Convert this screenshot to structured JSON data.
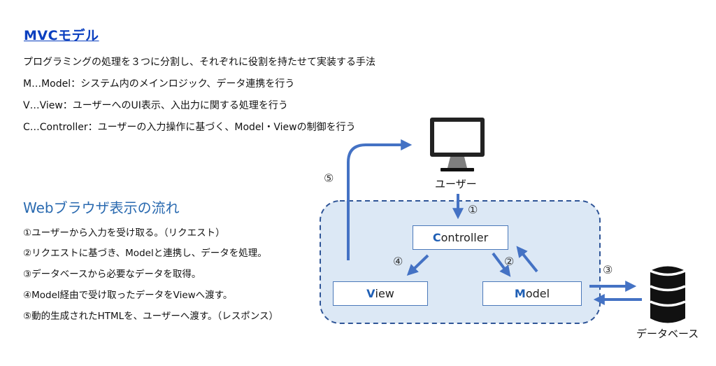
{
  "title": "MVCモデル",
  "lines": [
    "プログラミングの処理を３つに分割し、それぞれに役割を持たせて実装する手法",
    "M…Model：システム内のメインロジック、データ連携を行う",
    "V…View：ユーザーへのUI表示、入出力に関する処理を行う",
    "C…Controller：ユーザーの入力操作に基づく、Model・Viewの制御を行う"
  ],
  "flow": {
    "heading": "Webブラウザ表示の流れ",
    "steps": [
      "①ユーザーから入力を受け取る。（リクエスト）",
      "②リクエストに基づき、Modelと連携し、データを処理。",
      "③データベースから必要なデータを取得。",
      "④Model経由で受け取ったデータをViewへ渡す。",
      "⑤動的生成されたHTMLを、ユーザーへ渡す。（レスポンス）"
    ]
  },
  "diagram": {
    "user_label": "ユーザー",
    "db_label": "データベース",
    "controller": {
      "initial": "C",
      "rest": "ontroller"
    },
    "view": {
      "initial": "V",
      "rest": "iew"
    },
    "model": {
      "initial": "M",
      "rest": "odel"
    },
    "nums": {
      "n1": "①",
      "n2": "②",
      "n3": "③",
      "n4": "④",
      "n5": "⑤"
    },
    "colors": {
      "arrow": "#4472c4",
      "container_fill": "#dce8f5",
      "container_border": "#2f5597",
      "initial_text": "#1f5fb5"
    },
    "icons": {
      "user": "computer-monitor-icon",
      "database": "database-icon"
    }
  }
}
